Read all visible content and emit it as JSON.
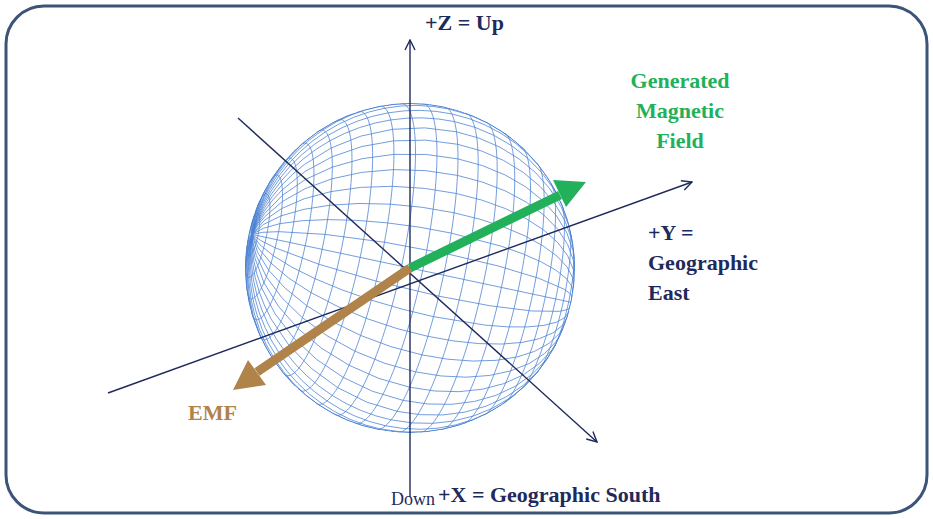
{
  "diagram": {
    "labels": [
      "+Z = Up",
      "Generated Magnetic Field",
      "+Y = Geographic East",
      "EMF",
      "Down",
      "+X = Geographic South"
    ]
  }
}
